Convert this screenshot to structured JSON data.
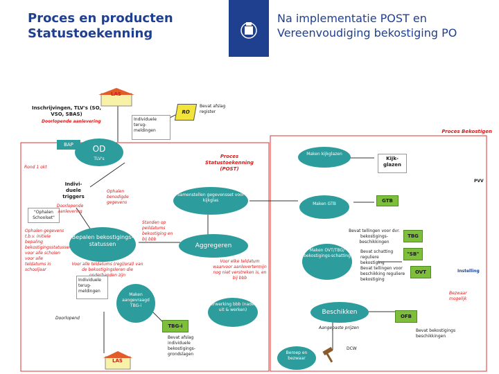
{
  "header": {
    "title_left": "Proces en producten Statustoekenning",
    "title_right": "Na implementatie POST en Vereenvoudiging bekostiging PO"
  },
  "labels": {
    "las_top": "LAS",
    "inschrijvingen": "Inschrijvingen, TLV's (SO, VSO, SBAS)",
    "doorlopende_aanlevering": "Doorlopende aanlevering",
    "individuele_terugmeldingen_top": "Individuele terug-meldingen",
    "ro": "RO",
    "bevat_afslag_register": "Bevat afslag register",
    "proces_bekostigen": "Proces Bekostigen",
    "bap": "BAP",
    "od": "OD",
    "tlvs": "TLV's",
    "proces_statustoekenning": "Proces Statustoekenning (POST)",
    "rond_1_okt": "Rond 1 okt",
    "ophalen_schoolset": "\"Ophalen Schoolset\"",
    "individuele_triggers": "Indivi-duele triggers",
    "doorlopende_aanlevering_2": "Doorlopende aanlevering",
    "ophalen_benodigde_gegevens": "Ophalen benodigde gegevens",
    "ophalen_gegevens_initiele": "Ophalen gegevens t.b.v. initiele bepaling bekostigingsstatussen voor alle scholen voor alle teldatums in schooljaar",
    "bepalen_statussen": "Bepalen bekostigings-statussen",
    "voor_alle_teldatums": "Voor alle teldatums (regl/oral) van de bekostigingsleren die onderhanden zijn",
    "standen_op_peildatums": "Standen op peildatums bekostiging en bij bbb",
    "samenstellen_gegevensset": "Samenstellen gegevensset voor kijkglas",
    "aggregeren": "Aggregeren",
    "voor_elke_teldatum": "Voor elke teldatum waarvoor aanlevertermijn nog niet verstreken is, en bij bbb",
    "maken_kijkglazen": "Maken kijkglazen",
    "kijkglazen": "Kijk-glazen",
    "pvv": "PVV",
    "maken_gtb": "Maken GTB",
    "gtb": "GTB",
    "bevat_tellingen_dvr": "Bevat tellingen voor dvr. bekostigings-beschikkingen",
    "tbg": "TBG",
    "maken_ovt": "Maken OVT/TBG/ bekostigings-schatting",
    "bevat_schatting": "Bevat schatting reguliere bekostiging",
    "sb": "\"SB\"",
    "bevat_tellingen_reg": "Bevat tellingen voor beschikking reguliere bekostiging",
    "ovt": "OVT",
    "instelling": "Instelling",
    "bezwaar_mogelijk": "Bezwaar mogelijk",
    "individuele_terugmeldingen_bottom": "Individuele terug-meldingen",
    "doorlopend": "Doorlopend",
    "maken_aangevraagd_tbg": "Maken aangevraagd TBG-i",
    "tbg_i": "TBG-i",
    "bevat_afslag_grondslagen": "Bevat afslag individuele bekostigings-grondslagen",
    "verwerking_bbb": "Verwerking bbb (nadert uit & werken)",
    "beschikken": "Beschikken",
    "ofb": "OFB",
    "aangepaste_prijzen": "Aangepaste prijzen",
    "bevat_beschikkingen": "Bevat bekostigings beschikkingen",
    "dcw": "DCW",
    "beroep_bezwaar": "Beroep en bezwaar",
    "las_bottom": "LAS"
  },
  "colors": {
    "brand_blue": "#1f3f8f",
    "teal": "#2d9c9c",
    "green_tag": "#7dbf3a",
    "red_text": "#d81b1b",
    "red_line": "#e03030",
    "yellow": "#f3e43c"
  },
  "icons": [
    "rijksoverheid-crest-icon",
    "school-building-icon",
    "person-icon",
    "gavel-icon",
    "document-stack-icon"
  ]
}
